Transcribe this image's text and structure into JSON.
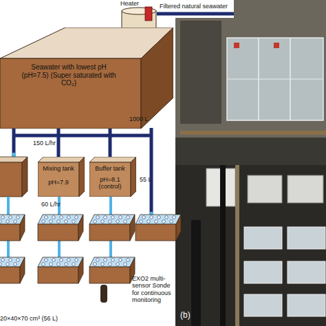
{
  "diagram": {
    "nodes": [
      {
        "text": [
          "Heater"
        ]
      },
      {
        "text": [
          "Seawater with lowest pH (pH=7.5) (Super saturated with CO₂)",
          "1000 L"
        ]
      },
      {
        "text": [
          "Mixing tank",
          "pH=7.9"
        ]
      },
      {
        "text": [
          "Buffer tank",
          "pH=8.1 (control)"
        ]
      }
    ],
    "edges": [
      {
        "from": 0,
        "to": 1,
        "arrow": "none"
      },
      {
        "from": 1,
        "to": 2,
        "arrow": "none"
      },
      {
        "from": 1,
        "to": 3,
        "arrow": "none"
      }
    ],
    "labels": [
      "Filtered natural seawater",
      "150 L/hr",
      "55 L",
      "60 L/hr",
      "EXO2 multi-sensor Sonde for continuous monitoring",
      "20×40×70 cm³ (56 L)",
      "(b)"
    ]
  }
}
